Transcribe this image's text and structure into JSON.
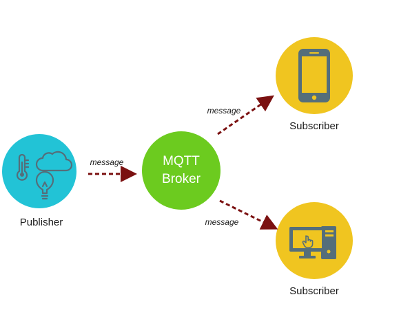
{
  "nodes": {
    "publisher": {
      "label": "Publisher"
    },
    "broker": {
      "line1": "MQTT",
      "line2": "Broker"
    },
    "subscriber_phone": {
      "label": "Subscriber"
    },
    "subscriber_desktop": {
      "label": "Subscriber"
    }
  },
  "edges": {
    "publisher_to_broker": {
      "label": "message"
    },
    "broker_to_phone": {
      "label": "message"
    },
    "broker_to_desktop": {
      "label": "message"
    }
  },
  "colors": {
    "publisher_fill": "#22c3d6",
    "broker_fill": "#6ccb1f",
    "subscriber_fill": "#f0c520",
    "arrow": "#7b1111",
    "icon": "#546e7a"
  },
  "icons": {
    "publisher": [
      "thermometer-icon",
      "cloud-icon",
      "lightbulb-icon"
    ],
    "subscriber_phone": "smartphone-icon",
    "subscriber_desktop": "desktop-computer-icon"
  }
}
